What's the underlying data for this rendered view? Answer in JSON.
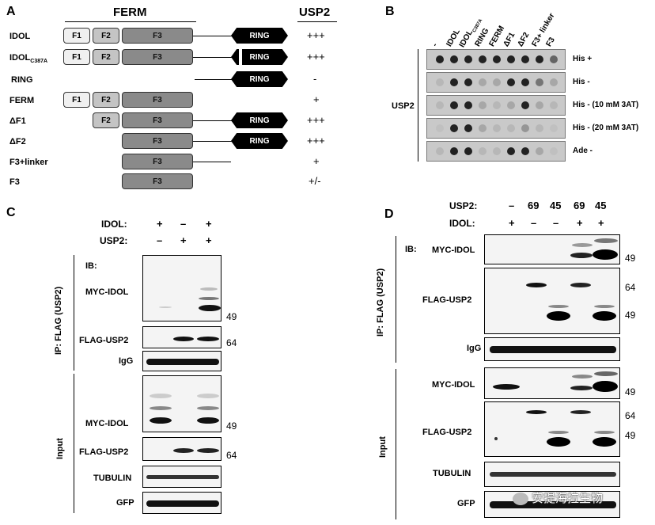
{
  "panelA": {
    "letter": "A",
    "ferm_header": "FERM",
    "usp2_header": "USP2",
    "rows": [
      {
        "label": "IDOL",
        "score": "+++"
      },
      {
        "label": "IDOL",
        "label_sub": "C387A",
        "score": "+++"
      },
      {
        "label": "RING",
        "score": "-"
      },
      {
        "label": "FERM",
        "score": "+"
      },
      {
        "label": "ΔF1",
        "score": "+++"
      },
      {
        "label": "ΔF2",
        "score": "+++"
      },
      {
        "label": "F3+linker",
        "score": "+"
      },
      {
        "label": "F3",
        "score": "+/-"
      }
    ],
    "domain_labels": {
      "f1": "F1",
      "f2": "F2",
      "f3": "F3",
      "ring": "RING"
    }
  },
  "panelB": {
    "letter": "B",
    "columns": [
      "-",
      "IDOL",
      "IDOL",
      "RING",
      "FERM",
      "ΔF1",
      "ΔF2",
      "F3+ linker",
      "F3"
    ],
    "column2_sub": "C387A",
    "side_label": "USP2",
    "rows": [
      "His +",
      "His -",
      "His - (10 mM 3AT)",
      "His - (20 mM 3AT)",
      "Ade -"
    ]
  },
  "panelC": {
    "letter": "C",
    "conditions": [
      {
        "name": "IDOL:",
        "values": [
          "+",
          "–",
          "+"
        ]
      },
      {
        "name": "USP2:",
        "values": [
          "–",
          "+",
          "+"
        ]
      }
    ],
    "ib_label": "IB:",
    "ip_label": "IP: FLAG (USP2)",
    "input_label": "Input",
    "blots": [
      "MYC-IDOL",
      "FLAG-USP2",
      "IgG",
      "MYC-IDOL",
      "FLAG-USP2",
      "TUBULIN",
      "GFP"
    ],
    "markers": [
      "49",
      "64",
      "49",
      "64"
    ]
  },
  "panelD": {
    "letter": "D",
    "conditions": [
      {
        "name": "USP2:",
        "values": [
          "–",
          "69",
          "45",
          "69",
          "45"
        ]
      },
      {
        "name": "IDOL:",
        "values": [
          "+",
          "–",
          "–",
          "+",
          "+"
        ]
      }
    ],
    "ib_label": "IB:",
    "ip_label": "IP: FLAG (USP2)",
    "input_label": "Input",
    "blots": [
      "MYC-IDOL",
      "FLAG-USP2",
      "IgG",
      "MYC-IDOL",
      "FLAG-USP2",
      "TUBULIN",
      "GFP"
    ],
    "markers": [
      "49",
      "64",
      "49",
      "49",
      "64",
      "49"
    ]
  },
  "watermark": "安提海拉生物"
}
